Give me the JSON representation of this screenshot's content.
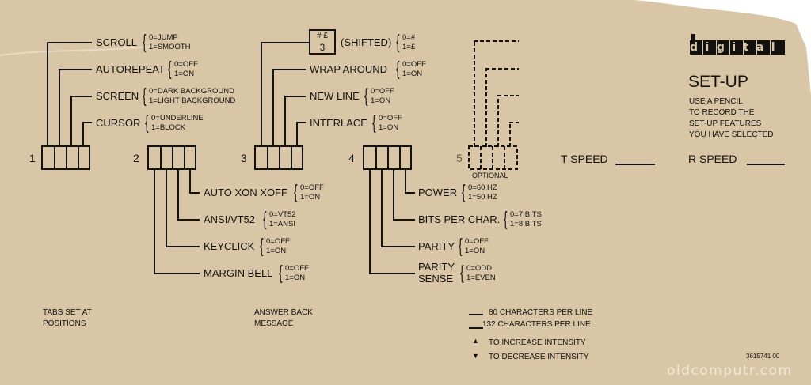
{
  "card": {
    "logo": "digital",
    "title": "SET-UP",
    "instructions": [
      "USE A PENCIL",
      "TO RECORD THE",
      "SET-UP FEATURES",
      "YOU HAVE SELECTED"
    ],
    "bank1": {
      "number": "1",
      "features": [
        {
          "label": "SCROLL",
          "options": [
            "0=JUMP",
            "1=SMOOTH"
          ]
        },
        {
          "label": "AUTOREPEAT",
          "options": [
            "0=OFF",
            "1=ON"
          ]
        },
        {
          "label": "SCREEN",
          "options": [
            "0=DARK BACKGROUND",
            "1=LIGHT BACKGROUND"
          ]
        },
        {
          "label": "CURSOR",
          "options": [
            "0=UNDERLINE",
            "1=BLOCK"
          ]
        }
      ]
    },
    "bank2": {
      "number": "2",
      "features": [
        {
          "label": "AUTO XON XOFF",
          "options": [
            "0=OFF",
            "1=ON"
          ]
        },
        {
          "label": "ANSI/VT52",
          "options": [
            "0=VT52",
            "1=ANSI"
          ]
        },
        {
          "label": "KEYCLICK",
          "options": [
            "0=OFF",
            "1=ON"
          ]
        },
        {
          "label": "MARGIN BELL",
          "options": [
            "0=OFF",
            "1=ON"
          ]
        }
      ]
    },
    "bank3": {
      "number": "3",
      "key_top": "# £",
      "key_bottom": "3",
      "features": [
        {
          "label": "(SHIFTED)",
          "options": [
            "0=#",
            "1=£"
          ]
        },
        {
          "label": "WRAP AROUND",
          "options": [
            "0=OFF",
            "1=ON"
          ]
        },
        {
          "label": "NEW LINE",
          "options": [
            "0=OFF",
            "1=ON"
          ]
        },
        {
          "label": "INTERLACE",
          "options": [
            "0=OFF",
            "1=ON"
          ]
        }
      ]
    },
    "bank4": {
      "number": "4",
      "features": [
        {
          "label": "POWER",
          "options": [
            "0=60 HZ",
            "1=50 HZ"
          ]
        },
        {
          "label": "BITS PER CHAR.",
          "options": [
            "0=7 BITS",
            "1=8 BITS"
          ]
        },
        {
          "label": "PARITY",
          "options": [
            "0=OFF",
            "1=ON"
          ]
        },
        {
          "label": "PARITY",
          "label2": "SENSE",
          "options": [
            "0=ODD",
            "1=EVEN"
          ]
        }
      ]
    },
    "bank5": {
      "number": "5",
      "caption": "OPTIONAL"
    },
    "t_speed": "T SPEED",
    "r_speed": "R SPEED",
    "tabs_label": [
      "TABS SET AT",
      "POSITIONS"
    ],
    "answer_back_label": [
      "ANSWER BACK",
      "MESSAGE"
    ],
    "legend": [
      "80 CHARACTERS PER LINE",
      "132 CHARACTERS PER LINE",
      "TO INCREASE INTENSITY",
      "TO DECREASE INTENSITY"
    ],
    "part_number": "3615741  00",
    "watermark": "oldcomputr.com",
    "colors": {
      "card": "#d9c7a8",
      "ink": "#141210",
      "outside": "#ffffff"
    }
  }
}
